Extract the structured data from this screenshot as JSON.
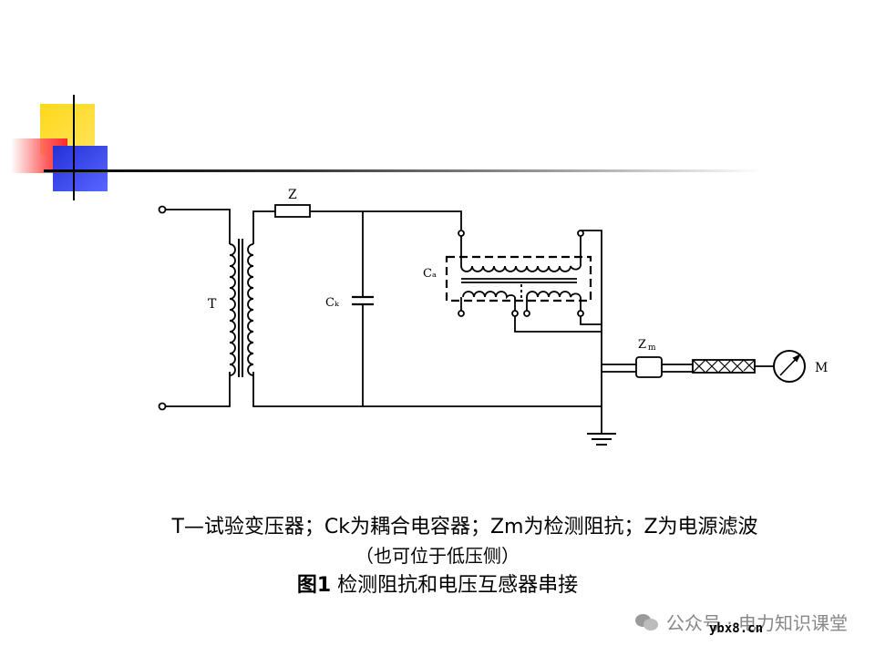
{
  "diagram": {
    "label_T": "T",
    "label_Z": "Z",
    "label_Ck": "Cₖ",
    "label_Ca": "Cₐ",
    "label_Zm": "Z",
    "label_Zm_sub": "m",
    "label_M": "M"
  },
  "caption": {
    "line1": "T—试验变压器；Ck为耦合电容器；Zm为检测阻抗；Z为电源滤波",
    "line2": "（也可位于低压侧）",
    "line3_bold": "图1",
    "line3_rest": " 检测阻抗和电压互感器串接"
  },
  "footer": {
    "source": "公众号 · 电力知识课堂",
    "watermark": "ybx8.cn"
  }
}
